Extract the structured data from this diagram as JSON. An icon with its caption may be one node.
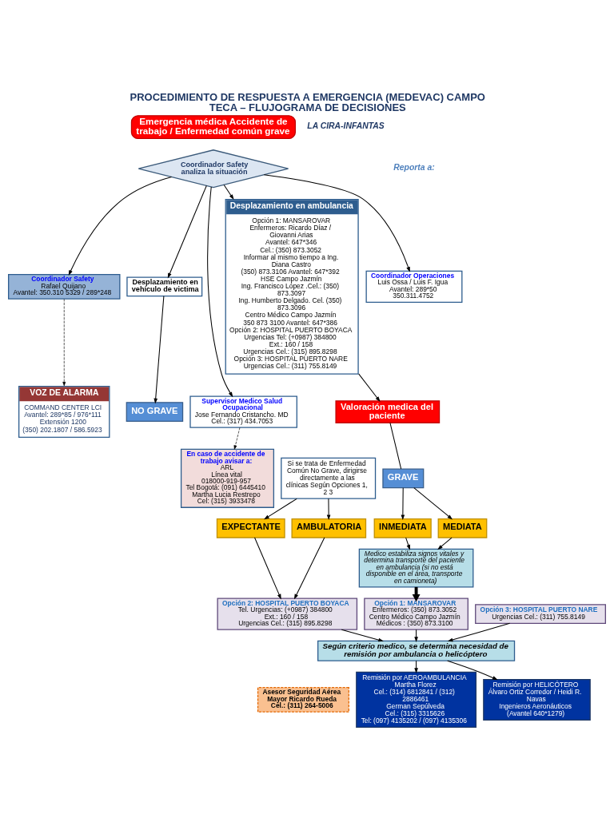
{
  "diagram": {
    "title": "PROCEDIMIENTO DE RESPUESTA A EMERGENCIA (MEDEVAC) CAMPO TECA – FLUJOGRAMA DE DECISIONES",
    "nodes": [
      {
        "text": [
          "Emergencia médica Accidente de trabajo / Enfermedad común grave"
        ]
      },
      {
        "text": [
          "Desplazamiento en ambulancia",
          "Opción 1: MANSAROVAR",
          "Enfermeros: Ricardo Díaz / Giovanni Arias",
          "Avantel: 647*346",
          "Cel.: (350) 873.3052",
          "Informar al mismo tiempo a Ing. Diana Castro",
          "(350) 873.3106 Avantel: 647*392",
          "HSE Campo Jazmín",
          "Ing. Francisco López .Cel.: (350) 873.3097",
          "Ing. Humberto Delgado. Cel. (350) 873.3096",
          "Centro Médico Campo Jazmín",
          "350 873 3100 Avantel: 647*386",
          "Opción 2: HOSPITAL PUERTO BOYACA",
          "Urgencias Tel: (+0987) 384800 Ext.: 160 / 158",
          "Urgencias Cel.: (315) 895.8298",
          "Opción 3: HOSPITAL PUERTO NARE",
          "Urgencias Cel.: (311) 755.8149"
        ]
      },
      {
        "text": [
          "Coordinador Safety analiza la situación"
        ]
      },
      {
        "text": [
          "Desplazamiento en vehículo de victima"
        ]
      },
      {
        "text": [
          "Coordinador Operaciones",
          "Luis Ossa / Luis F. Igua",
          "Avantel: 289*50",
          "350.311.4752"
        ]
      },
      {
        "text": [
          "Supervisor Medico Salud Ocupacional",
          "Jose Fernando Cristancho. MD",
          "Cel.: (317) 434.7053"
        ]
      },
      {
        "text": [
          "En caso de accidente de trabajo avisar a:",
          "ARL",
          "Línea vital",
          "018000-919-957",
          "Tel Bogotá: (091) 6445410",
          "Martha Lucia Restrepo",
          "Cel: (315) 3933478"
        ]
      },
      {
        "text": [
          "Coordinador Safety",
          "Rafael Quijano",
          "Avantel: 350.310 5329 / 289*248"
        ]
      },
      {
        "text": [
          "VOZ DE ALARMA",
          "COMMAND CENTER LCI",
          "Avantel: 289*85 / 976*111",
          "Extensión 1200",
          "(350) 202.1807 / 586.5923"
        ]
      },
      {
        "text": [
          "Valoración medica del paciente"
        ]
      },
      {
        "text": [
          "GRAVE"
        ]
      },
      {
        "text": [
          "NO GRAVE"
        ]
      },
      {
        "text": [
          "Si se trata de Enfermedad Común No Grave, dirigirse directamente a las clínicas Según Opciones 1, 2 3"
        ]
      },
      {
        "text": [
          "INMEDIATA"
        ]
      },
      {
        "text": [
          "MEDIATA"
        ]
      },
      {
        "text": [
          "AMBULATORIA"
        ]
      },
      {
        "text": [
          "EXPECTANTE"
        ]
      },
      {
        "text": [
          "Medico estabiliza signos vitales y determina transporte del paciente en ambulancia (si no está disponible en el área, transporte en camioneta)"
        ]
      },
      {
        "text": [
          "Opción 1: MANSAROVAR",
          "Enfermeros: (350) 873.3052",
          "Centro Médico Campo Jazmín",
          "Médicos : (350) 873.3100"
        ]
      },
      {
        "text": [
          "Opción 2: HOSPITAL PUERTO BOYACA",
          "Tel. Urgencias: (+0987) 384800",
          "Ext.: 160 / 158",
          "Urgencias Cel.: (315) 895.8298"
        ]
      },
      {
        "text": [
          "Opción 3: HOSPITAL PUERTO NARE",
          "Urgencias Cel.: (311) 755.8149"
        ]
      },
      {
        "text": [
          "Según criterio medico, se determina necesidad de remisión por ambulancia o helicóptero"
        ]
      },
      {
        "text": [
          "Asesor Seguridad Aérea",
          "Mayor Ricardo Rueda",
          "Cel.: (311) 264-5006"
        ]
      },
      {
        "text": [
          "Remisión por AEROAMBULANCIA",
          "Martha Florez",
          "Cel.: (314) 6812841 / (312) 2886461",
          "German Sepúlveda",
          "Cel.: (315) 3315626",
          "Tel: (097) 4135202 / (097) 4135306"
        ]
      },
      {
        "text": [
          "Remisión por HELICÓTERO",
          "Álvaro Ortiz Corredor / Heidi R. Navas",
          "Ingenieros Aeronáuticos",
          "(Avantel 640*1279)"
        ]
      }
    ],
    "edges": [
      {
        "from": 2,
        "to": 1,
        "arrow": "to"
      },
      {
        "from": 2,
        "to": 3,
        "arrow": "to"
      },
      {
        "from": 2,
        "to": 4,
        "arrow": "to"
      },
      {
        "from": 2,
        "to": 5,
        "arrow": "to"
      },
      {
        "from": 2,
        "to": 7,
        "arrow": "to"
      },
      {
        "from": 7,
        "to": 8,
        "arrow": "to",
        "style": "dashed"
      },
      {
        "from": 5,
        "to": 6,
        "arrow": "to",
        "style": "dashed"
      },
      {
        "from": 1,
        "to": 9,
        "arrow": "to"
      },
      {
        "from": 3,
        "to": 11,
        "arrow": "to"
      },
      {
        "from": 9,
        "to": 10,
        "arrow": "none"
      },
      {
        "from": 10,
        "to": 13,
        "arrow": "to"
      },
      {
        "from": 10,
        "to": 14,
        "arrow": "to"
      },
      {
        "from": 13,
        "to": 17,
        "arrow": "to"
      },
      {
        "from": 14,
        "to": 17,
        "arrow": "to"
      },
      {
        "from": 12,
        "to": 15,
        "arrow": "to"
      },
      {
        "from": 12,
        "to": 16,
        "arrow": "to"
      },
      {
        "from": 15,
        "to": 19,
        "arrow": "to"
      },
      {
        "from": 16,
        "to": 19,
        "arrow": "to"
      },
      {
        "from": 17,
        "to": 18,
        "arrow": "to",
        "style": "thick"
      },
      {
        "from": 18,
        "to": 21,
        "arrow": "to"
      },
      {
        "from": 19,
        "to": 21,
        "arrow": "to"
      },
      {
        "from": 20,
        "to": 21,
        "arrow": "to"
      },
      {
        "from": 21,
        "to": 23,
        "arrow": "to"
      },
      {
        "from": 21,
        "to": 24,
        "arrow": "to"
      }
    ],
    "labels": [
      "LA CIRA-INFANTAS",
      "Reporta a:"
    ]
  }
}
